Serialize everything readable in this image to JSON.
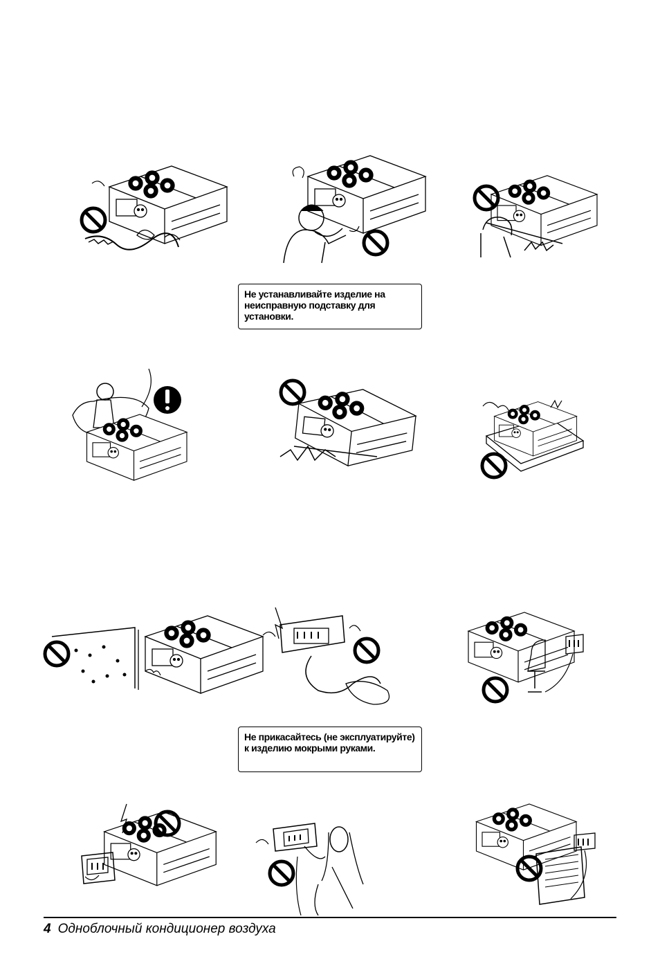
{
  "captions": {
    "stand": [
      "Не устанавливайте изделие на",
      "неисправную подставку для",
      "установки."
    ],
    "wet_hands": [
      "Не прикасайтесь (не эксплуатируйте)",
      "к изделию мокрыми руками."
    ]
  },
  "footer": {
    "page_number": "4",
    "title": "Однoблочный кондиционер воздуха"
  },
  "icons": {
    "prohibition": "prohibition-icon",
    "warning": "exclamation-icon"
  }
}
